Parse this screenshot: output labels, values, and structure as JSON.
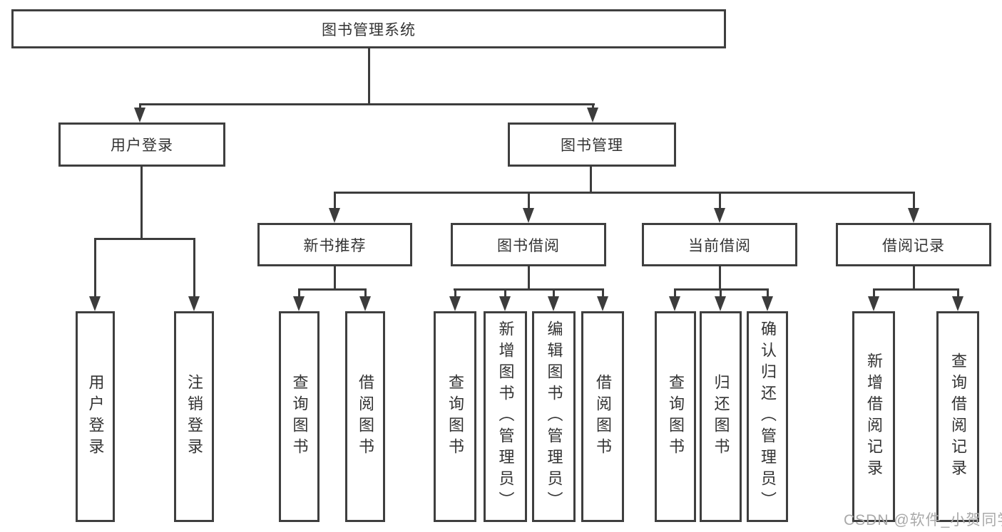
{
  "tree": {
    "root": {
      "label": "图书管理系统"
    },
    "branches": [
      {
        "label": "用户登录",
        "children": [
          {
            "label": "用户登录"
          },
          {
            "label": "注销登录"
          }
        ]
      },
      {
        "label": "图书管理",
        "children": [
          {
            "label": "新书推荐",
            "children": [
              {
                "label": "查询图书"
              },
              {
                "label": "借阅图书"
              }
            ]
          },
          {
            "label": "图书借阅",
            "children": [
              {
                "label": "查询图书"
              },
              {
                "label": "新增图书（管理员）"
              },
              {
                "label": "编辑图书（管理员）"
              },
              {
                "label": "借阅图书"
              }
            ]
          },
          {
            "label": "当前借阅",
            "children": [
              {
                "label": "查询图书"
              },
              {
                "label": "归还图书"
              },
              {
                "label": "确认归还（管理员）"
              }
            ]
          },
          {
            "label": "借阅记录",
            "children": [
              {
                "label": "新增借阅记录"
              },
              {
                "label": "查询借阅记录"
              }
            ]
          }
        ]
      }
    ]
  },
  "watermark": {
    "text": "CSDN @软件_小贺同学"
  },
  "colors": {
    "line": "#3c3c3c",
    "border": "#3f3f3f",
    "text": "#333333",
    "watermark": "#a9a9a9",
    "background": "#ffffff"
  }
}
